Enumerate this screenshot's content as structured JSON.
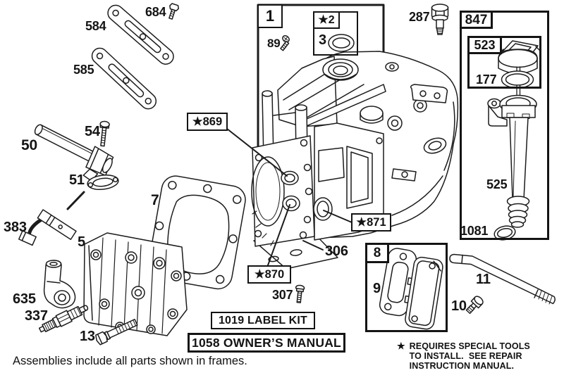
{
  "diagram": {
    "part_labels": {
      "n684": "684",
      "n584": "584",
      "n585": "585",
      "n54": "54",
      "n50": "50",
      "n51": "51",
      "n383": "383",
      "n5": "5",
      "n635": "635",
      "n337": "337",
      "n13": "13",
      "n7": "7",
      "n89": "89",
      "n3": "3",
      "n287": "287",
      "n306": "306",
      "n307": "307",
      "n9": "9",
      "n10": "10",
      "n11": "11",
      "n177": "177",
      "n525": "525",
      "n1081": "1081"
    },
    "frame_labels": {
      "f1": "1",
      "f2": "★2",
      "f8": "8",
      "f847": "847",
      "f523": "523"
    },
    "starred_labels": {
      "s869": "★869",
      "s870": "★870",
      "s871": "★871"
    },
    "captions": {
      "label_kit": "1019 LABEL KIT",
      "owners_manual": "1058 OWNER’S MANUAL"
    },
    "footer_note": "Assemblies include all parts shown in frames.",
    "legend": {
      "star": "★",
      "line1": "REQUIRES SPECIAL TOOLS",
      "line2": "TO INSTALL.  SEE REPAIR",
      "line3": "INSTRUCTION MANUAL."
    },
    "colors": {
      "ink": "#1c1c1c",
      "paper": "#ffffff"
    }
  }
}
